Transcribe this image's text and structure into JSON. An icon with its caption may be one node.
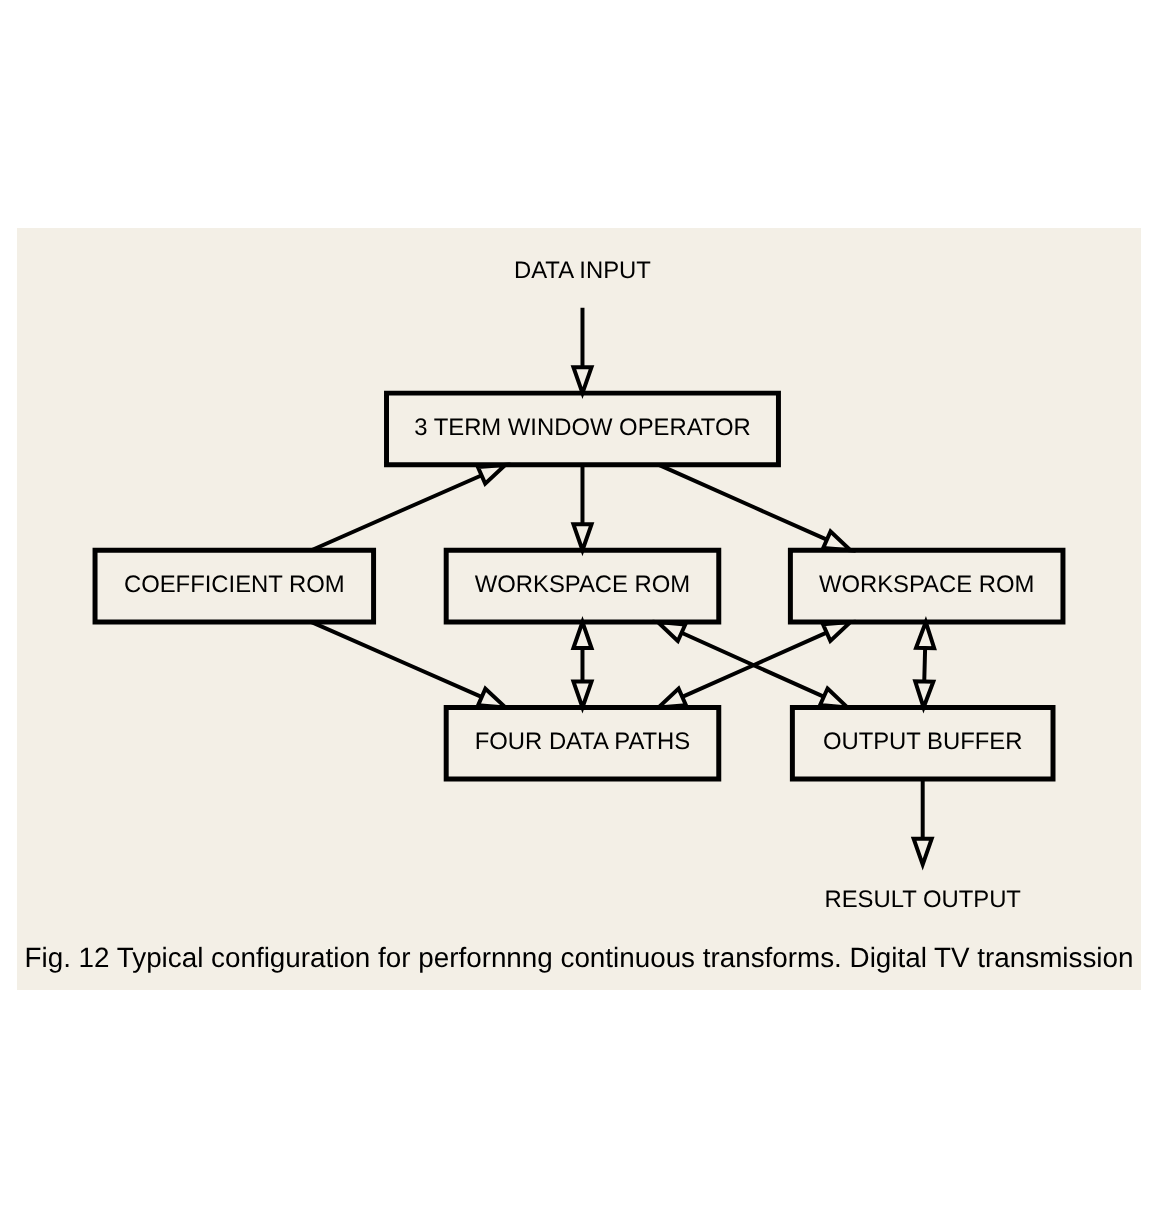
{
  "diagram": {
    "caption": "Fig. 12 Typical configuration for perfornnng continuous transforms. Digital TV transmission",
    "nodes": [
      {
        "text": [
          "DATA INPUT"
        ]
      },
      {
        "text": [
          "3 TERM WINDOW OPERATOR"
        ]
      },
      {
        "text": [
          "COEFFICIENT ROM"
        ]
      },
      {
        "text": [
          "WORKSPACE ROM"
        ]
      },
      {
        "text": [
          "WORKSPACE ROM"
        ]
      },
      {
        "text": [
          "FOUR DATA PATHS"
        ]
      },
      {
        "text": [
          "OUTPUT BUFFER"
        ]
      },
      {
        "text": [
          "RESULT OUTPUT"
        ]
      }
    ],
    "edges": [
      {
        "from": 0,
        "to": 1,
        "arrow": "to"
      },
      {
        "from": 2,
        "to": 1,
        "arrow": "to"
      },
      {
        "from": 1,
        "to": 3,
        "arrow": "to"
      },
      {
        "from": 1,
        "to": 4,
        "arrow": "to"
      },
      {
        "from": 2,
        "to": 5,
        "arrow": "to"
      },
      {
        "from": 3,
        "to": 5,
        "arrow": "both"
      },
      {
        "from": 4,
        "to": 6,
        "arrow": "both"
      },
      {
        "from": 3,
        "to": 6,
        "arrow": "both"
      },
      {
        "from": 4,
        "to": 5,
        "arrow": "both"
      },
      {
        "from": 6,
        "to": 7,
        "arrow": "to"
      }
    ]
  }
}
